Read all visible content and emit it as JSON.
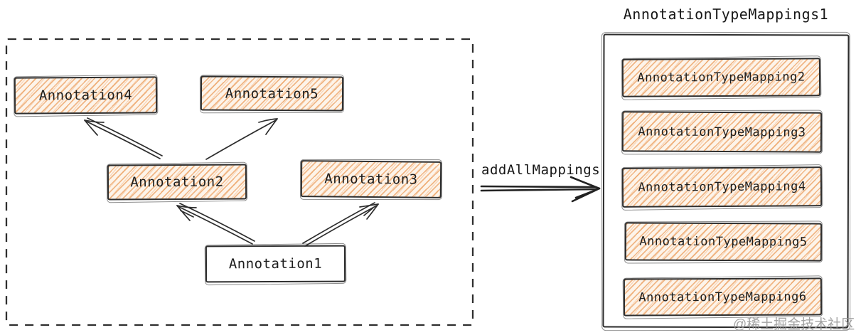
{
  "left_group": {
    "nodes": {
      "annotation1": "Annotation1",
      "annotation2": "Annotation2",
      "annotation3": "Annotation3",
      "annotation4": "Annotation4",
      "annotation5": "Annotation5"
    },
    "edges": [
      {
        "from": "Annotation1",
        "to": "Annotation2"
      },
      {
        "from": "Annotation1",
        "to": "Annotation3"
      },
      {
        "from": "Annotation2",
        "to": "Annotation4"
      },
      {
        "from": "Annotation2",
        "to": "Annotation5"
      }
    ]
  },
  "transfer_arrow": {
    "label": "addAllMappings",
    "direction": "left-to-right"
  },
  "right_group": {
    "title": "AnnotationTypeMappings1",
    "items": [
      "AnnotationTypeMapping2",
      "AnnotationTypeMapping3",
      "AnnotationTypeMapping4",
      "AnnotationTypeMapping5",
      "AnnotationTypeMapping6"
    ]
  },
  "watermark": "@稀土掘金技术社区",
  "colors": {
    "hatch_orange": "#e9924a",
    "stroke_dark": "#2e2e2e",
    "watermark_gray": "#949494",
    "background": "#ffffff"
  }
}
